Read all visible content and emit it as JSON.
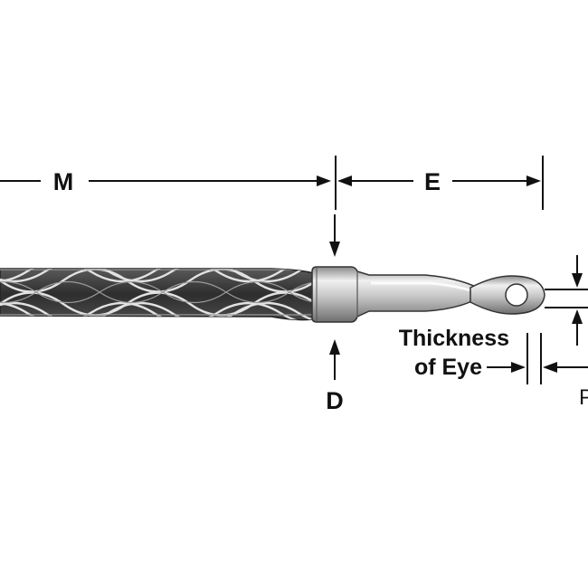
{
  "labels": {
    "m": "M",
    "e": "E",
    "d": "D",
    "thickness_line1": "Thickness",
    "thickness_line2": "of Eye",
    "p": "P"
  },
  "colors": {
    "background": "#ffffff",
    "ink": "#111111",
    "mesh_dark": "#3a3a3a",
    "mesh_wire": "#d9d9d9",
    "metal_light": "#e9e9e9",
    "metal_mid": "#b8b8b8",
    "metal_dark": "#7a7a7a"
  }
}
